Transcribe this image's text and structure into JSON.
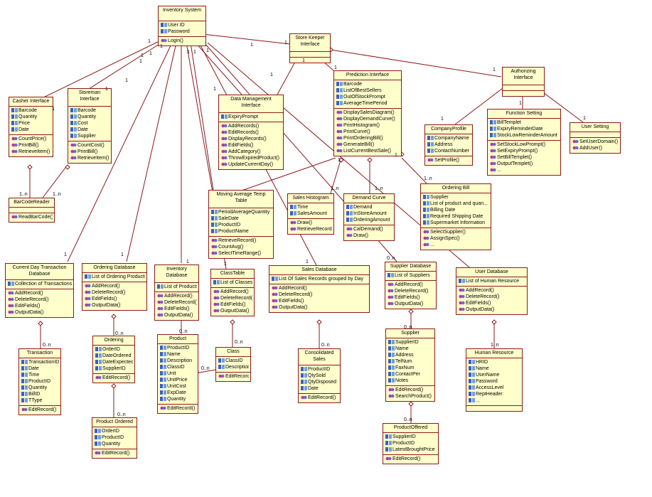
{
  "classes": [
    {
      "id": "inventory-system",
      "name": "Inventory System",
      "attrs": [
        "User ID",
        "Password"
      ],
      "ops": [
        "Login()"
      ]
    },
    {
      "id": "store-keeper-interface",
      "name": "Store Keeper Interface",
      "attrs": [],
      "ops": []
    },
    {
      "id": "authorizing-interface",
      "name": "Authorizing Interface",
      "attrs": [],
      "ops": []
    },
    {
      "id": "casher-interface",
      "name": "Casher Interface",
      "attrs": [
        "Barcode",
        "Quantity",
        "Price",
        "Date"
      ],
      "ops": [
        "CountPrice()",
        "PrintBill()",
        "RetrieveItem()"
      ]
    },
    {
      "id": "storeman-interface",
      "name": "Storeman Interface",
      "attrs": [
        "Barcode",
        "Quantity",
        "Cost",
        "Date",
        "Supplier"
      ],
      "ops": [
        "CountCost()",
        "PrintBill()",
        "RetrieveItem()"
      ]
    },
    {
      "id": "data-management-interface",
      "name": "Data Management Interface",
      "attrs": [
        "ExpiryPrompt"
      ],
      "ops": [
        "AddRecords()",
        "EditRecords()",
        "DisplayRecords()",
        "EditFields()",
        "AddCategory()",
        "ThrowExpiredProduct()",
        "UpdateCurrentDay()"
      ]
    },
    {
      "id": "prediction-interface",
      "name": "Prediction Interface",
      "attrs": [
        "Barcode",
        "ListOfBestSellers",
        "OutOfStockPrompt",
        "AverageTimePeriod"
      ],
      "ops": [
        "DisplaySalesDiagram()",
        "DisplayDemandCurve()",
        "PrintHistogram()",
        "PrintCurve()",
        "PrintOrderingBill()",
        "GenerateBill()",
        "ListCurrentBestSale()"
      ]
    },
    {
      "id": "company-profile",
      "name": "CompanyProfile",
      "attrs": [
        "CompanyName",
        "Address",
        "ContactNumber"
      ],
      "ops": [
        "SetProfile()"
      ]
    },
    {
      "id": "function-setting",
      "name": "Function Setting",
      "attrs": [
        "BillTemplet",
        "ExpiryReminderDate",
        "StockLowReminderAmount"
      ],
      "ops": [
        "SetStockLowPrompt()",
        "SetExpiryPrompt()",
        "SetBillTemplet()",
        "OutputTemplet()",
        "..."
      ]
    },
    {
      "id": "user-setting",
      "name": "User Setting",
      "attrs": [],
      "ops": [
        "SetUserDomain()",
        "AddUser()"
      ]
    },
    {
      "id": "barcode-reader",
      "name": "BarCodeReader",
      "attrs": [],
      "ops": [
        "ReadBarCode()"
      ]
    },
    {
      "id": "moving-average-temp-table",
      "name": "Moving Average Temp Table",
      "attrs": [
        "PeriodAverageQuantity",
        "SaleDate",
        "ProductID",
        "ProductName"
      ],
      "ops": [
        "RetrieveRecord()",
        "CountAvg()",
        "SelectTimeRange()"
      ]
    },
    {
      "id": "sales-histogram",
      "name": "Sales Histogram",
      "attrs": [
        "Time",
        "SalesAmount"
      ],
      "ops": [
        "Draw()",
        "RetrieveRecord()"
      ]
    },
    {
      "id": "demand-curve",
      "name": "Demand Curve",
      "attrs": [
        "Demand",
        "InStoreAmount",
        "OrderingAmount"
      ],
      "ops": [
        "CalDemand()",
        "Draw()"
      ]
    },
    {
      "id": "ordering-bill",
      "name": "Ordering Bill",
      "attrs": [
        "Supplier",
        "List of product and quan...",
        "Billing Date",
        "Required Shipping Date",
        "Supermarket Information"
      ],
      "ops": [
        "SelectSupplier()",
        "AssignSpec()",
        "..."
      ]
    },
    {
      "id": "current-day-transaction-database",
      "name": "Current Day Transaction Database",
      "attrs": [
        "Collection of Transactions"
      ],
      "ops": [
        "AddRecord()",
        "DeleteRecord()",
        "EditFields()",
        "OutputData()"
      ]
    },
    {
      "id": "ordering-database",
      "name": "Ordering Database",
      "attrs": [
        "List of Ordering Products"
      ],
      "ops": [
        "AddRecord()",
        "DeleteRecord()",
        "EditFields()",
        "OutputData()"
      ]
    },
    {
      "id": "inventory-database",
      "name": "Inventory Database",
      "attrs": [
        "List of Products"
      ],
      "ops": [
        "AddRecord()",
        "DeleteRecord()",
        "EditFields()",
        "OutputData()"
      ]
    },
    {
      "id": "class-table",
      "name": "ClassTable",
      "attrs": [
        "List of Classes"
      ],
      "ops": [
        "AddRecord()",
        "DeleteRecord()",
        "EditFields()",
        "OutputData()"
      ]
    },
    {
      "id": "sales-database",
      "name": "Sales Database",
      "attrs": [
        "List Of Sales Records grouped by Day"
      ],
      "ops": [
        "AddRecord()",
        "DeleteRecord()",
        "EditFields()",
        "OutputData()"
      ]
    },
    {
      "id": "supplier-database",
      "name": "Supplier Database",
      "attrs": [
        "List of Suppliers"
      ],
      "ops": [
        "AddRecord()",
        "DeleteRecord()",
        "EditFields()",
        "OutputData()"
      ]
    },
    {
      "id": "user-database",
      "name": "User Database",
      "attrs": [
        "List of Human Resource"
      ],
      "ops": [
        "AddRecord()",
        "DeleteRecord()",
        "EditFields()",
        "OutputData()"
      ]
    },
    {
      "id": "transaction",
      "name": "Transaction",
      "attrs": [
        "TransactionID",
        "Date",
        "Time",
        "ProductID",
        "Quantity",
        "BillID",
        "TType"
      ],
      "ops": [
        "EditRecord()"
      ]
    },
    {
      "id": "ordering",
      "name": "Ordering",
      "attrs": [
        "OrderID",
        "DateOrdered",
        "DateExpected",
        "SupplierID"
      ],
      "ops": [
        "EditRecord()"
      ]
    },
    {
      "id": "product",
      "name": "Product",
      "attrs": [
        "ProductID",
        "Name",
        "Description",
        "ClassID",
        "Unit",
        "UnitPrice",
        "UnitCost",
        "ExpDate",
        "Quantity"
      ],
      "ops": [
        "EditRecord()"
      ]
    },
    {
      "id": "class",
      "name": "Class",
      "attrs": [
        "ClassID",
        "Description"
      ],
      "ops": [
        "EditRecord()"
      ]
    },
    {
      "id": "consolidated-sales",
      "name": "Consolidated Sales",
      "attrs": [
        "ProductID",
        "QtySold",
        "QtyDisposed",
        "Date"
      ],
      "ops": [
        "EditRecord()"
      ]
    },
    {
      "id": "supplier",
      "name": "Supplier",
      "attrs": [
        "SupplierID",
        "Name",
        "Address",
        "TelNum",
        "FaxNum",
        "ContactPer",
        "Notes"
      ],
      "ops": [
        "EditRecord()",
        "SearchProduct()"
      ]
    },
    {
      "id": "human-resource",
      "name": "Human Resource",
      "attrs": [
        "HRID",
        "Name",
        "UserName",
        "Password",
        "AccessLevel",
        "ReptHeader",
        "..."
      ],
      "ops": []
    },
    {
      "id": "product-ordered",
      "name": "Product Ordered",
      "attrs": [
        "OrderID",
        "ProductID",
        "Quantity"
      ],
      "ops": [
        "EditRecord()"
      ]
    },
    {
      "id": "product-offered",
      "name": "ProductOffered",
      "attrs": [
        "SupplierID",
        "ProductID",
        "LatestBroughtPrice"
      ],
      "ops": [
        "EditRecord()"
      ]
    }
  ],
  "multiplicities": [
    "1",
    "1",
    "1",
    "1",
    "1",
    "1",
    "1",
    "1",
    "1",
    "1",
    "1",
    "1",
    "1",
    "1",
    "1",
    "1",
    "1",
    "1",
    "1",
    "1",
    "1",
    "1",
    "1",
    "1",
    "1",
    "1",
    "1",
    "1",
    "1..n",
    "1..n",
    "1..n",
    "1..n",
    "1..n",
    "0..n",
    "0..n",
    "0..n",
    "0..n",
    "0..n",
    "0..n",
    "0..n",
    "0..n",
    "1..n",
    "0..n",
    "0..n"
  ]
}
